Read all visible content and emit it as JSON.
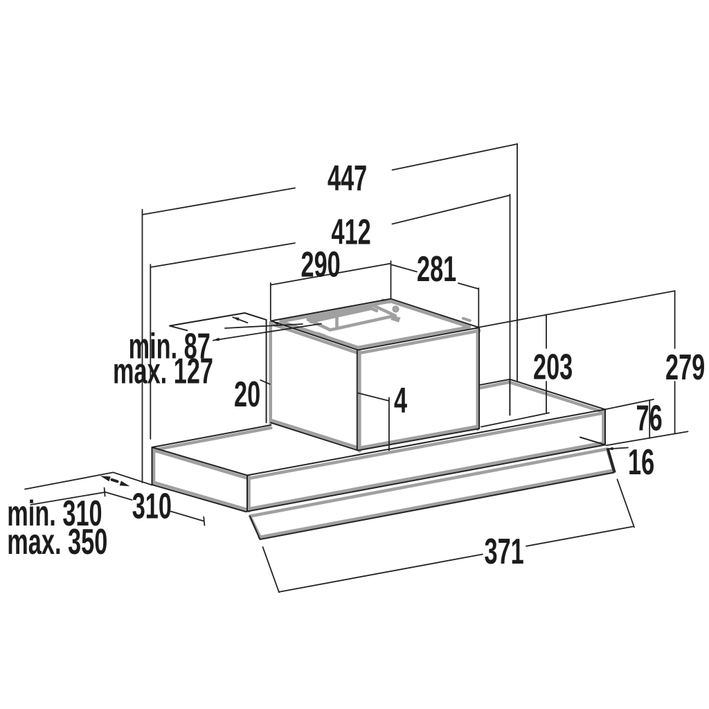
{
  "drawing": {
    "type": "technical installation drawing",
    "subject": "telescopic built-in cooker hood with duct housing and slide-out visor",
    "units": "mm"
  },
  "colors": {
    "background": "#ffffff",
    "outline": "#222222",
    "highlight": "#a0a0a0",
    "text": "#1c1c1c"
  },
  "dimensions": {
    "overall_width": "447",
    "body_width": "412",
    "duct_width_left": "290",
    "duct_width_right": "281",
    "duct_height": "203",
    "total_height": "279",
    "body_height": "76",
    "visor_thickness": "16",
    "visor_width": "371",
    "depth": "310",
    "front_offset": "4",
    "rear_gap": "20",
    "wall_clearance_min": "min. 87",
    "wall_clearance_max": "max. 127",
    "depth_min": "min. 310",
    "depth_max": "max. 350"
  }
}
